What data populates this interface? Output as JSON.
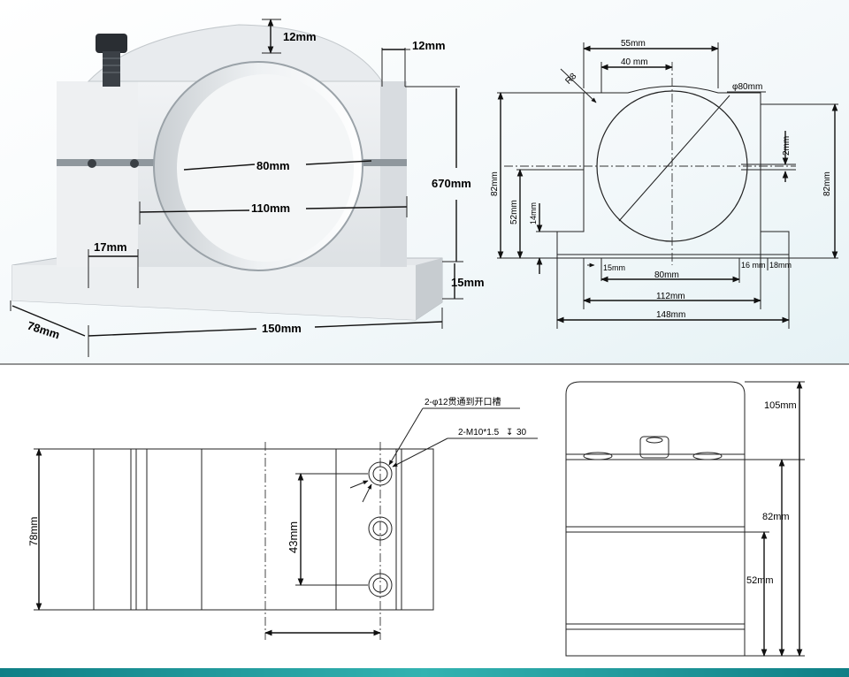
{
  "photo": {
    "dims": {
      "cap_thickness": "12mm",
      "lip": "12mm",
      "bore": "80mm",
      "width_inner": "110mm",
      "height_total": "670mm",
      "side": "17mm",
      "base_thickness": "15mm",
      "depth": "78mm",
      "length": "150mm"
    }
  },
  "front_drawing": {
    "dims": {
      "d55": "55mm",
      "d40": "40 mm",
      "r8": "R8",
      "phi80": "φ80mm",
      "gap2": "2mm",
      "h82_left": "82mm",
      "h82_right": "82mm",
      "h52": "52mm",
      "h14": "14mm",
      "d15": "15mm",
      "d80": "80mm",
      "d16": "16 mm",
      "d18": "18mm",
      "d112": "112mm",
      "d148": "148mm"
    }
  },
  "top_drawing": {
    "callout_through": "2-φ12贯通到开口槽",
    "callout_thread": "2-M10*1.5",
    "callout_depth": "30",
    "width": "78mm",
    "spacing": "43mm"
  },
  "side_drawing": {
    "h105": "105mm",
    "h82": "82mm",
    "h52": "52mm"
  },
  "colors": {
    "metal_light": "#e9ecef",
    "metal_mid": "#cfd4d8",
    "bg_tint": "#eef6f9",
    "footer_teal": "#2ea7a8"
  }
}
